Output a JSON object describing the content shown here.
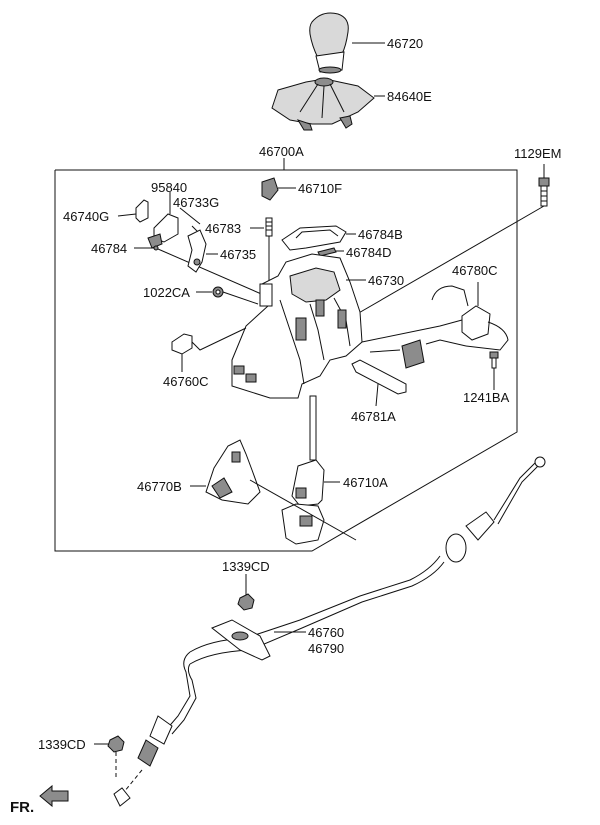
{
  "labels": {
    "p46720": "46720",
    "p84640E": "84640E",
    "p46700A": "46700A",
    "p1129EM": "1129EM",
    "p46710F": "46710F",
    "p95840": "95840",
    "p46733G": "46733G",
    "p46740G": "46740G",
    "p46783": "46783",
    "p46784B": "46784B",
    "p46784": "46784",
    "p46735": "46735",
    "p46784D": "46784D",
    "p46730": "46730",
    "p46780C": "46780C",
    "p1022CA": "1022CA",
    "p46760C": "46760C",
    "p1241BA": "1241BA",
    "p46781A": "46781A",
    "p46770B": "46770B",
    "p46710A": "46710A",
    "p1339CD_top": "1339CD",
    "p46760": "46760",
    "p46790": "46790",
    "p1339CD_bottom": "1339CD",
    "front": "FR."
  },
  "icons": {
    "front_arrow": "arrow-left-icon"
  }
}
